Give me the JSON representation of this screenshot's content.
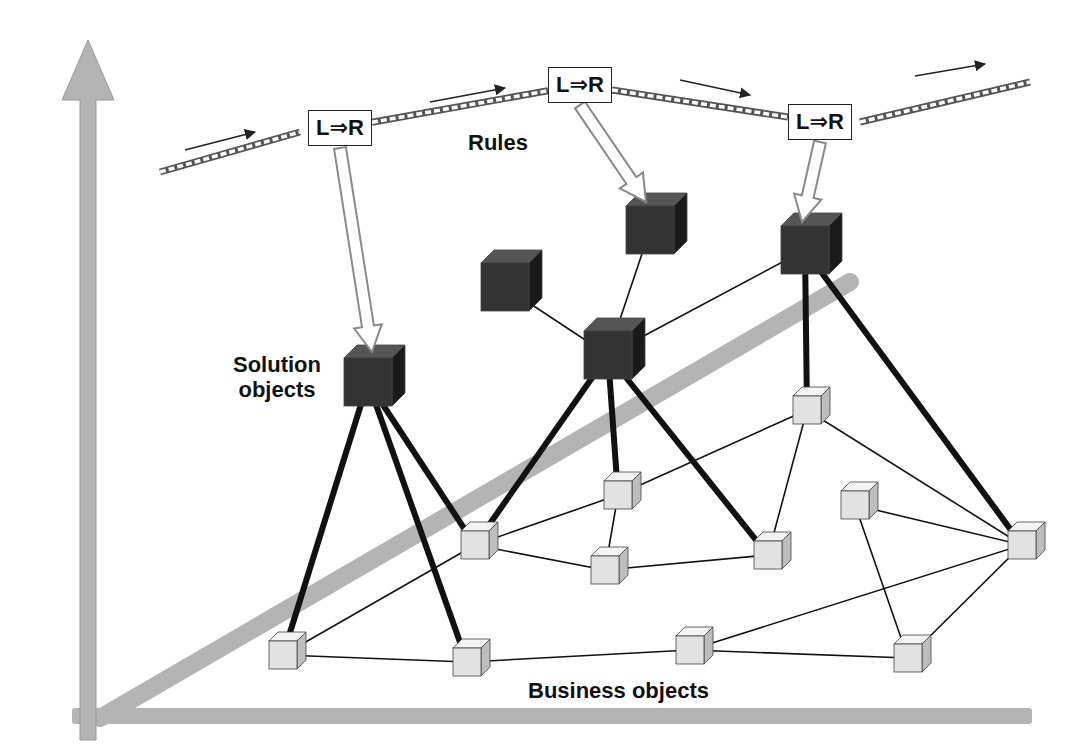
{
  "diagram": {
    "nodes": [
      {
        "text": [
          "L⇒R"
        ]
      },
      {
        "text": [
          "L⇒R"
        ]
      },
      {
        "text": [
          "L⇒R"
        ]
      }
    ],
    "edges": [
      {
        "from": 0,
        "to": 1,
        "arrow": "none"
      },
      {
        "from": 1,
        "to": 2,
        "arrow": "none"
      }
    ],
    "labels": [
      "Rules",
      "Solution objects",
      "Business objects"
    ]
  }
}
